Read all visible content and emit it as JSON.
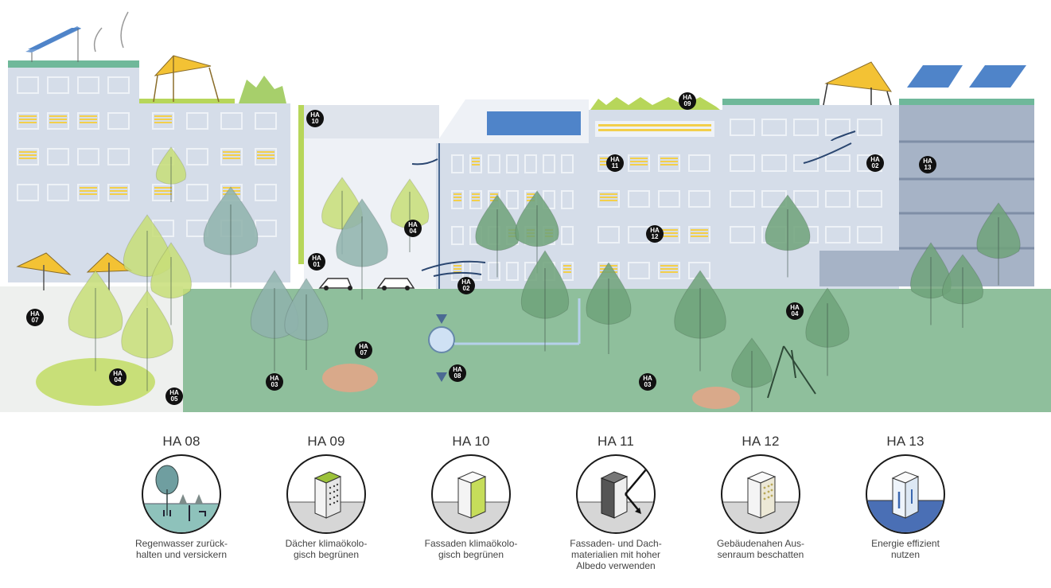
{
  "colors": {
    "sky": "#ffffff",
    "building": "#d5dde9",
    "building_dark": "#a6b3c6",
    "window_frame": "#eef2f7",
    "window_yellow": "#f3cf4a",
    "ground_green": "#8fbf9c",
    "tree_light": "#c8df78",
    "tree_teal": "#8fb3ad",
    "tree_green": "#6fa37a",
    "solar_blue": "#4f84c9",
    "umbrella": "#f3c234",
    "badge_bg": "#111111",
    "badge_text": "#ffffff"
  },
  "scene": {
    "badges": [
      {
        "code": "HA",
        "num": "10"
      },
      {
        "code": "HA",
        "num": "09"
      },
      {
        "code": "HA",
        "num": "11"
      },
      {
        "code": "HA",
        "num": "02"
      },
      {
        "code": "HA",
        "num": "13"
      },
      {
        "code": "HA",
        "num": "04"
      },
      {
        "code": "HA",
        "num": "12"
      },
      {
        "code": "HA",
        "num": "01"
      },
      {
        "code": "HA",
        "num": "02"
      },
      {
        "code": "HA",
        "num": "07"
      },
      {
        "code": "HA",
        "num": "04"
      },
      {
        "code": "HA",
        "num": "07"
      },
      {
        "code": "HA",
        "num": "04"
      },
      {
        "code": "HA",
        "num": "03"
      },
      {
        "code": "HA",
        "num": "08"
      },
      {
        "code": "HA",
        "num": "03"
      },
      {
        "code": "HA",
        "num": "05"
      }
    ]
  },
  "legend": [
    {
      "code": "HA 08",
      "icon": "rainwater-retention-icon",
      "caption": [
        "Regenwasser zurück-",
        "halten und versickern"
      ]
    },
    {
      "code": "HA 09",
      "icon": "green-roof-icon",
      "caption": [
        "Dächer klimaökolo-",
        "gisch begrünen"
      ]
    },
    {
      "code": "HA 10",
      "icon": "green-facade-icon",
      "caption": [
        "Fassaden klimaökolo-",
        "gisch begrünen"
      ]
    },
    {
      "code": "HA 11",
      "icon": "high-albedo-building-icon",
      "caption": [
        "Fassaden- und Dach-",
        "materialien mit hoher",
        "Albedo verwenden"
      ]
    },
    {
      "code": "HA 12",
      "icon": "shaded-building-icon",
      "caption": [
        "Gebäudenahen Aus-",
        "senraum beschatten"
      ]
    },
    {
      "code": "HA 13",
      "icon": "energy-efficient-building-icon",
      "caption": [
        "Energie effizient",
        "nutzen"
      ]
    }
  ]
}
